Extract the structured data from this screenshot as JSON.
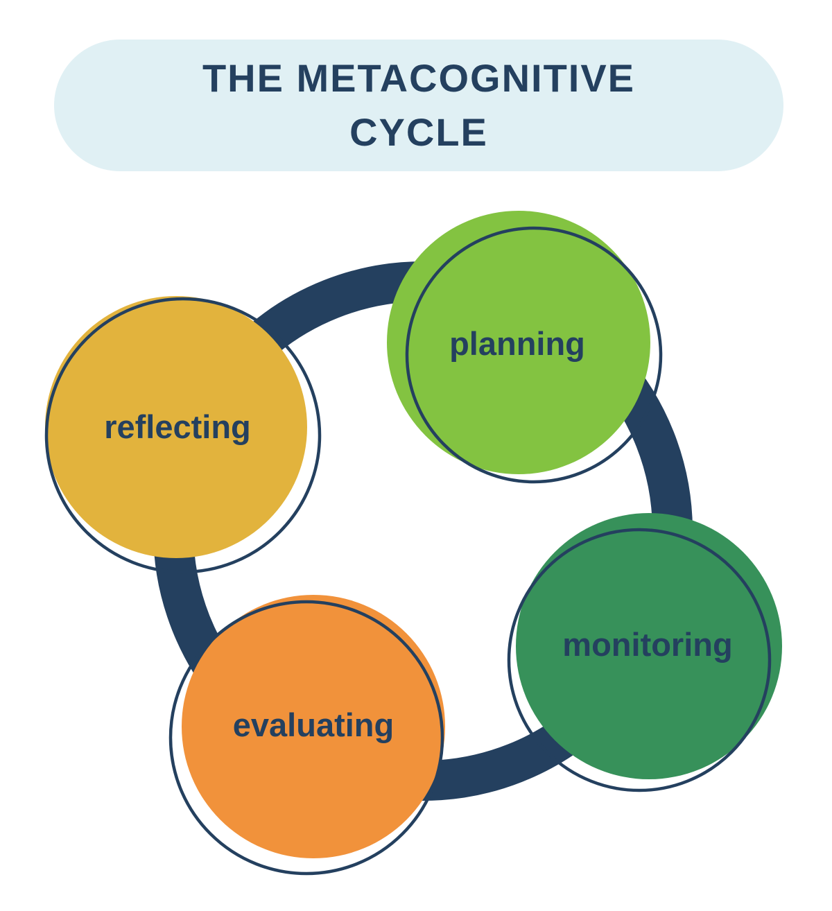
{
  "title": {
    "line1": "THE METACOGNITIVE",
    "line2": "CYCLE"
  },
  "colors": {
    "background": "#ffffff",
    "banner_bg": "#e0f0f4",
    "navy": "#24405f",
    "planning_green": "#83c341",
    "monitoring_green": "#37915a",
    "evaluating_orange": "#f1923b",
    "reflecting_yellow": "#e2b33d"
  },
  "diagram": {
    "type": "cycle",
    "nodes": [
      {
        "id": "planning",
        "label": "planning",
        "color": "#83c341"
      },
      {
        "id": "monitoring",
        "label": "monitoring",
        "color": "#37915a"
      },
      {
        "id": "evaluating",
        "label": "evaluating",
        "color": "#f1923b"
      },
      {
        "id": "reflecting",
        "label": "reflecting",
        "color": "#e2b33d"
      }
    ]
  }
}
